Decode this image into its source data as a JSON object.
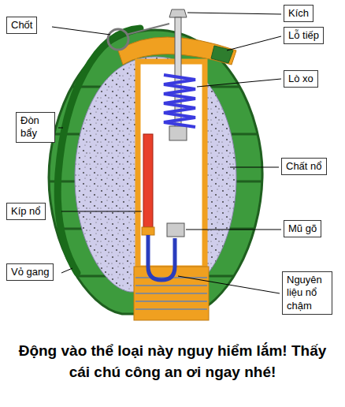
{
  "diagram": {
    "caption": "Động vào thể loại này nguy hiểm lắm! Thấy cái chú công an ơi ngay nhé!",
    "nodes": [
      {
        "text": [
          "Chốt"
        ]
      },
      {
        "text": [
          "Kích"
        ]
      },
      {
        "text": [
          "Lỗ tiếp"
        ]
      },
      {
        "text": [
          "Lò xo"
        ]
      },
      {
        "text": [
          "Đòn bẩy"
        ]
      },
      {
        "text": [
          "Chất nổ"
        ]
      },
      {
        "text": [
          "Kíp nổ"
        ]
      },
      {
        "text": [
          "Mũ gõ"
        ]
      },
      {
        "text": [
          "Vỏ gang"
        ]
      },
      {
        "text": [
          "Nguyên liệu nổ chậm"
        ]
      }
    ]
  }
}
